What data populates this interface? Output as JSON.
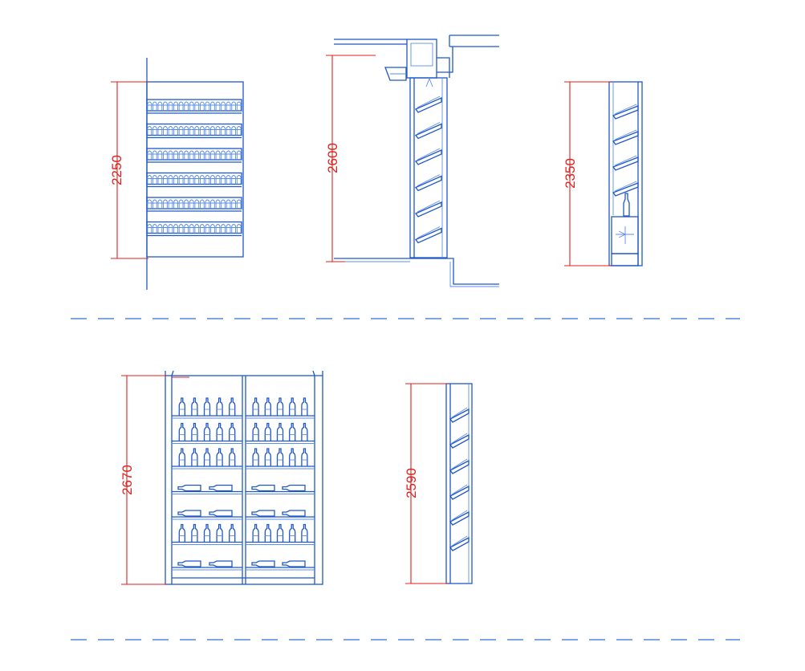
{
  "colors": {
    "background": "#ffffff",
    "structure": "#1f57c8",
    "detail": "#5b8ee6",
    "dimension": "#e0201e",
    "separator": "#2f6fd6"
  },
  "dimensions": {
    "front_height": "2250",
    "section_height": "2600",
    "side_height": "2350",
    "cabinet_height": "2670",
    "narrow_height": "2590"
  },
  "views": {
    "front_rack": {
      "shelf_count": 6,
      "bottles_per_shelf": 18
    },
    "section_rack": {
      "slanted_shelf_count": 6
    },
    "side_rack": {
      "slanted_shelf_count": 4
    },
    "cabinet": {
      "rows": [
        "upright",
        "upright",
        "upright",
        "lying",
        "lying",
        "upright",
        "lying"
      ],
      "upright_per_bay": 5,
      "lying_per_bay": 2
    },
    "narrow_rack": {
      "slanted_shelf_count": 6
    }
  }
}
